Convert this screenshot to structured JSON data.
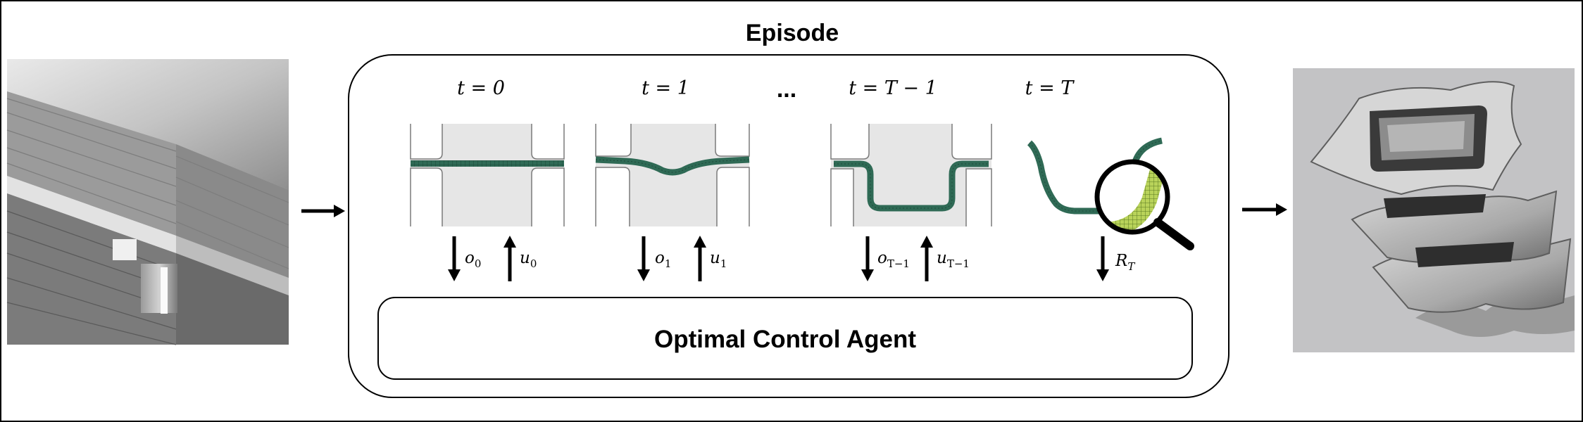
{
  "episode_title": "Episode",
  "agent_label": "Optimal Control Agent",
  "ellipsis": "...",
  "steps": [
    {
      "time": "t = 0",
      "obs_sym": "o",
      "obs_sub": "0",
      "act_sym": "u",
      "act_sub": "0"
    },
    {
      "time": "t = 1",
      "obs_sym": "o",
      "obs_sub": "1",
      "act_sym": "u",
      "act_sub": "1"
    },
    {
      "time": "t = T − 1",
      "obs_sym": "o",
      "obs_sub": "T−1",
      "act_sym": "u",
      "act_sub": "T−1"
    },
    {
      "time": "t = T",
      "obs_sym": "R",
      "obs_sub": "T"
    }
  ],
  "colors": {
    "sheet": "#2f6a55",
    "mesh_highlight": "#a8c84a",
    "die": "#e6e6e6",
    "frame": "#000000"
  },
  "icons": [
    "right-arrow-icon",
    "down-arrow-icon",
    "up-arrow-icon",
    "magnifier-icon"
  ]
}
